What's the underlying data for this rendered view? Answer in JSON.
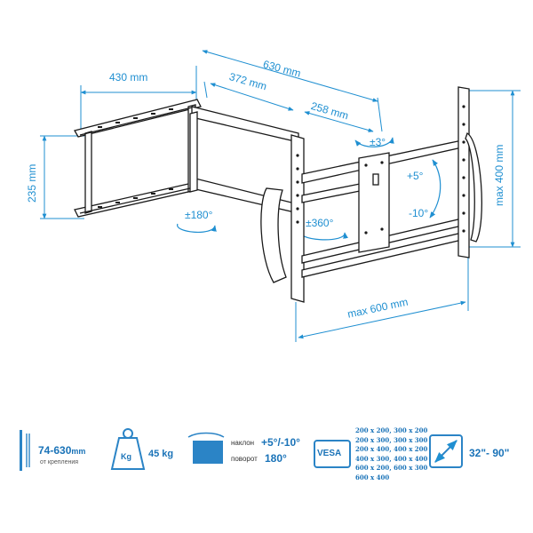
{
  "dimensions": {
    "width_430": "430 mm",
    "width_630": "630 mm",
    "width_372": "372 mm",
    "width_258": "258 mm",
    "height_235": "235 mm",
    "height_max400": "max 400 mm",
    "width_max600": "max 600 mm",
    "swivel_180": "±180°",
    "rotate_360": "±360°",
    "level_3": "±3°",
    "tilt_plus": "+5°",
    "tilt_minus": "-10°"
  },
  "specs": {
    "distance": {
      "value": "74-630",
      "unit": "mm",
      "caption": "от крепления"
    },
    "weight": {
      "icon_label": "Kg",
      "value": "45 kg"
    },
    "tilt": {
      "tilt_label": "наклон",
      "tilt_value": "+5°/-10°",
      "swivel_label": "поворот",
      "swivel_value": "180°"
    },
    "vesa": {
      "badge": "VESA",
      "rows": [
        "200 x 200, 300 x 200",
        "200 x 300, 300 x 300",
        "200 x 400, 400 x 200",
        "400 x 300, 400 x 400",
        "600 x 200, 600 x 300",
        "600 x 400"
      ]
    },
    "screen": {
      "value": "32\"- 90\""
    }
  },
  "colors": {
    "dimension": "#1f8fd1",
    "icon": "#2b84c6",
    "drawing": "#1a1a1a"
  }
}
